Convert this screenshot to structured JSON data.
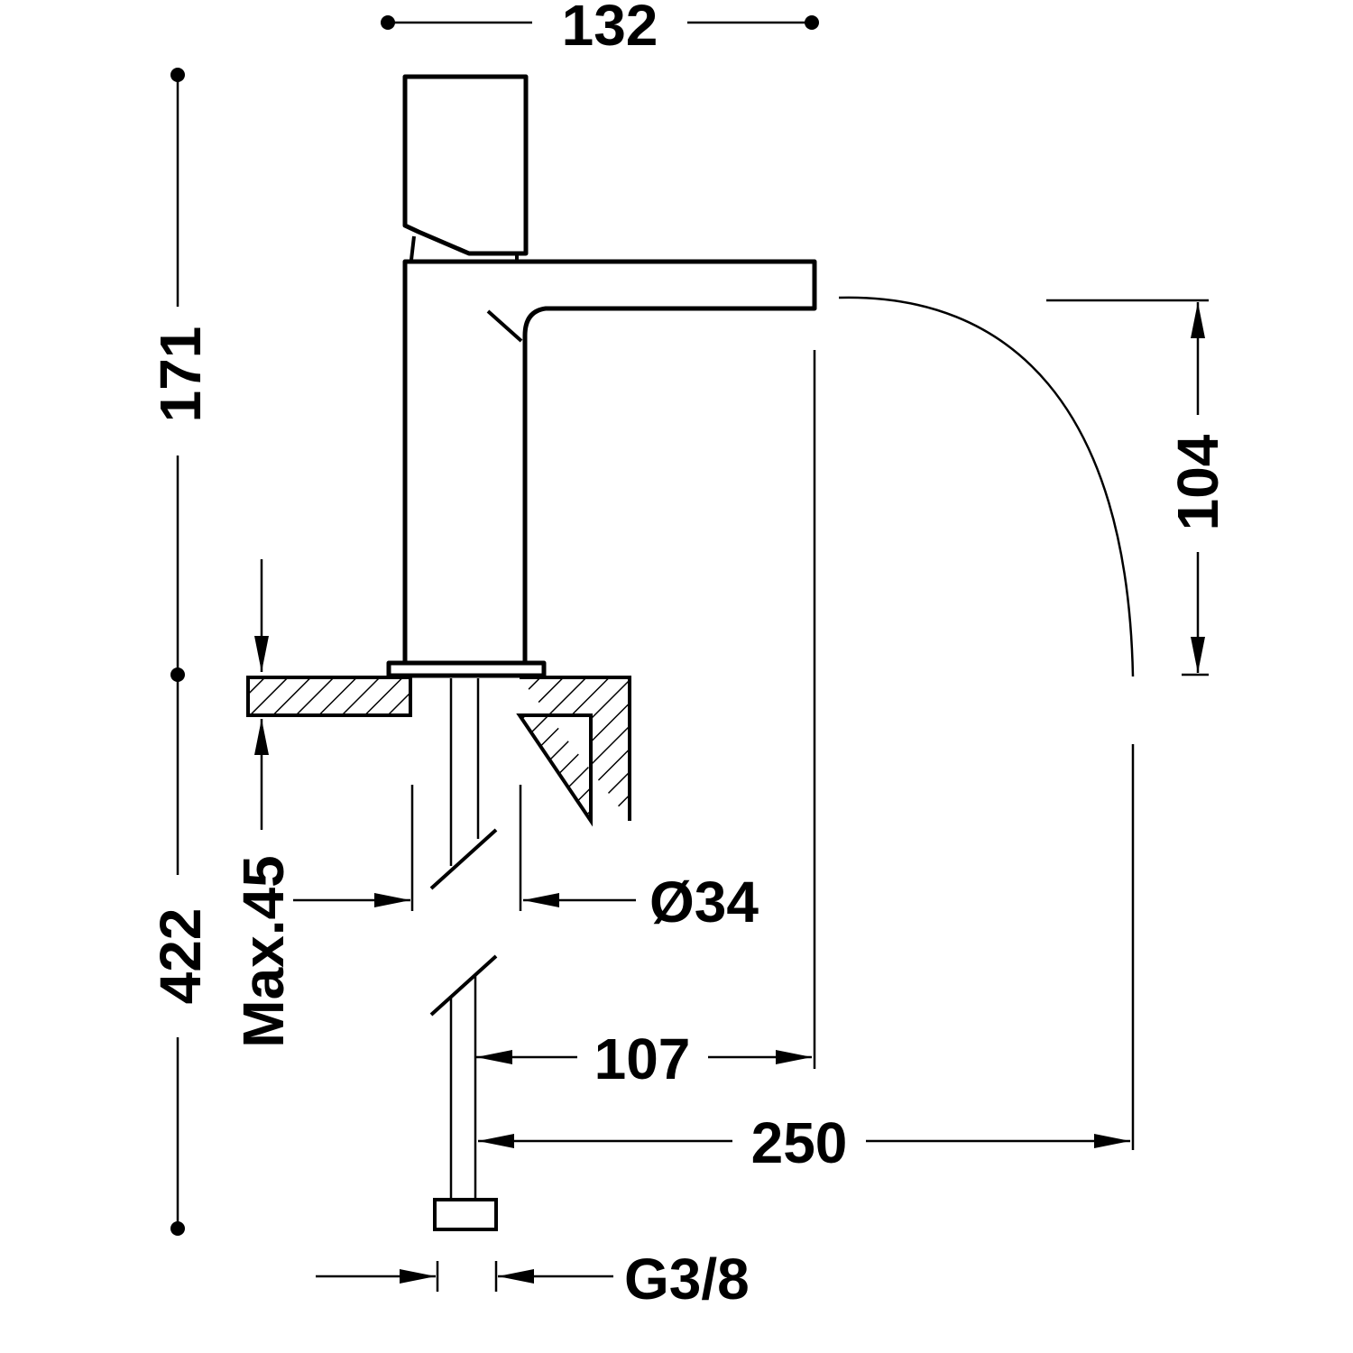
{
  "title": "Basin mixer dimension drawing",
  "dimensions": {
    "top_width": "132",
    "upper_height": "171",
    "lower_length": "422",
    "spout_drop": "104",
    "counter_max": "Max.45",
    "hole_diameter": "Ø34",
    "spout_reach": "107",
    "overall_reach": "250",
    "connection": "G3/8"
  },
  "colors": {
    "line": "#000000",
    "background": "#ffffff"
  }
}
